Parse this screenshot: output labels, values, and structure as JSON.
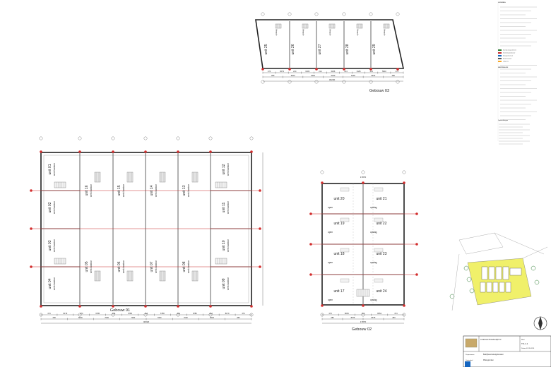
{
  "drawing": {
    "buildings": {
      "g01": {
        "label": "Gebouw 01",
        "units": [
          {
            "name": "unit 01",
            "sub": "werk kantoor"
          },
          {
            "name": "unit 02",
            "sub": "werk kantoor"
          },
          {
            "name": "unit 03",
            "sub": "werk kantoor"
          },
          {
            "name": "unit 04",
            "sub": "werk kantoor"
          },
          {
            "name": "unit 05",
            "sub": "werk kantoor"
          },
          {
            "name": "unit 06",
            "sub": "werk kantoor"
          },
          {
            "name": "unit 07",
            "sub": "werk kantoor"
          },
          {
            "name": "unit 08",
            "sub": "werk kantoor"
          },
          {
            "name": "unit 09",
            "sub": "werk kantoor"
          },
          {
            "name": "unit 10",
            "sub": "werk kantoor"
          },
          {
            "name": "unit 11",
            "sub": "werk kantoor"
          },
          {
            "name": "unit 12",
            "sub": "werk kantoor"
          },
          {
            "name": "unit 13",
            "sub": "werk kantoor"
          },
          {
            "name": "unit 14",
            "sub": "werk kantoor"
          },
          {
            "name": "unit 15",
            "sub": "werk kantoor"
          },
          {
            "name": "unit 16",
            "sub": "werk kantoor"
          }
        ],
        "dims_a": [
          "474",
          "8179",
          "274",
          "6786",
          "214",
          "6786",
          "214",
          "6786",
          "214",
          "6786",
          "214",
          "8179",
          "474"
        ],
        "dims_b": [
          "280",
          "8000",
          "7000",
          "7000",
          "7000",
          "7000",
          "8000",
          "280"
        ],
        "total": "40320"
      },
      "g02": {
        "label": "Gebouw 02",
        "units": [
          {
            "name": "unit 20",
            "sub": "open"
          },
          {
            "name": "unit 21",
            "sub": "opslag"
          },
          {
            "name": "unit 19",
            "sub": "open"
          },
          {
            "name": "unit 22",
            "sub": "opslag"
          },
          {
            "name": "unit 18",
            "sub": "open"
          },
          {
            "name": "unit 23",
            "sub": "opslag"
          },
          {
            "name": "unit 17",
            "sub": "open"
          },
          {
            "name": "unit 24",
            "sub": "opslag"
          }
        ],
        "top_total": "17870",
        "dims_a": [
          "474",
          "8054",
          "214",
          "8054",
          "474"
        ],
        "dims_b": [
          "280",
          "8675",
          "8675",
          "280"
        ],
        "total": "17870"
      },
      "g03": {
        "label": "Gebouw 03",
        "units": [
          "unit 25",
          "unit 26",
          "unit 27",
          "unit 28",
          "unit 29"
        ],
        "tag": "opslag",
        "dims_a": [
          "474",
          "6079",
          "214",
          "6186",
          "214",
          "6186",
          "214",
          "6186",
          "214",
          "5810",
          "474"
        ],
        "dims_b": [
          "280",
          "6400",
          "6400",
          "6400",
          "6400",
          "6400",
          "280"
        ],
        "total": "32220"
      }
    },
    "title_block": {
      "company": "Lindeboom Bouwbedrijf B.V.",
      "project_label": "Projectnaam",
      "project": "Bedrijfsverzamelgebouwen",
      "sheet_label": "Onderdeel",
      "sheet": "Plattegronden",
      "no_label": "Blad",
      "no": "TO-1.1",
      "date_label": "Datum",
      "date": "07-05-2024"
    },
    "legend": {
      "title": "LEGENDA",
      "rows": [
        {
          "color": "#2e7d32",
          "text": "brandcompartiment"
        },
        {
          "color": "#c62828",
          "text": "hemelwaterafvoer"
        },
        {
          "color": "#1565c0",
          "text": "draagstructuur"
        },
        {
          "color": "#555555",
          "text": "binnenwand"
        },
        {
          "color": "#f9a825",
          "text": "erfgrens"
        }
      ],
      "materials_title": "MATERIALEN",
      "notes_title": "Opmerkingen"
    }
  }
}
